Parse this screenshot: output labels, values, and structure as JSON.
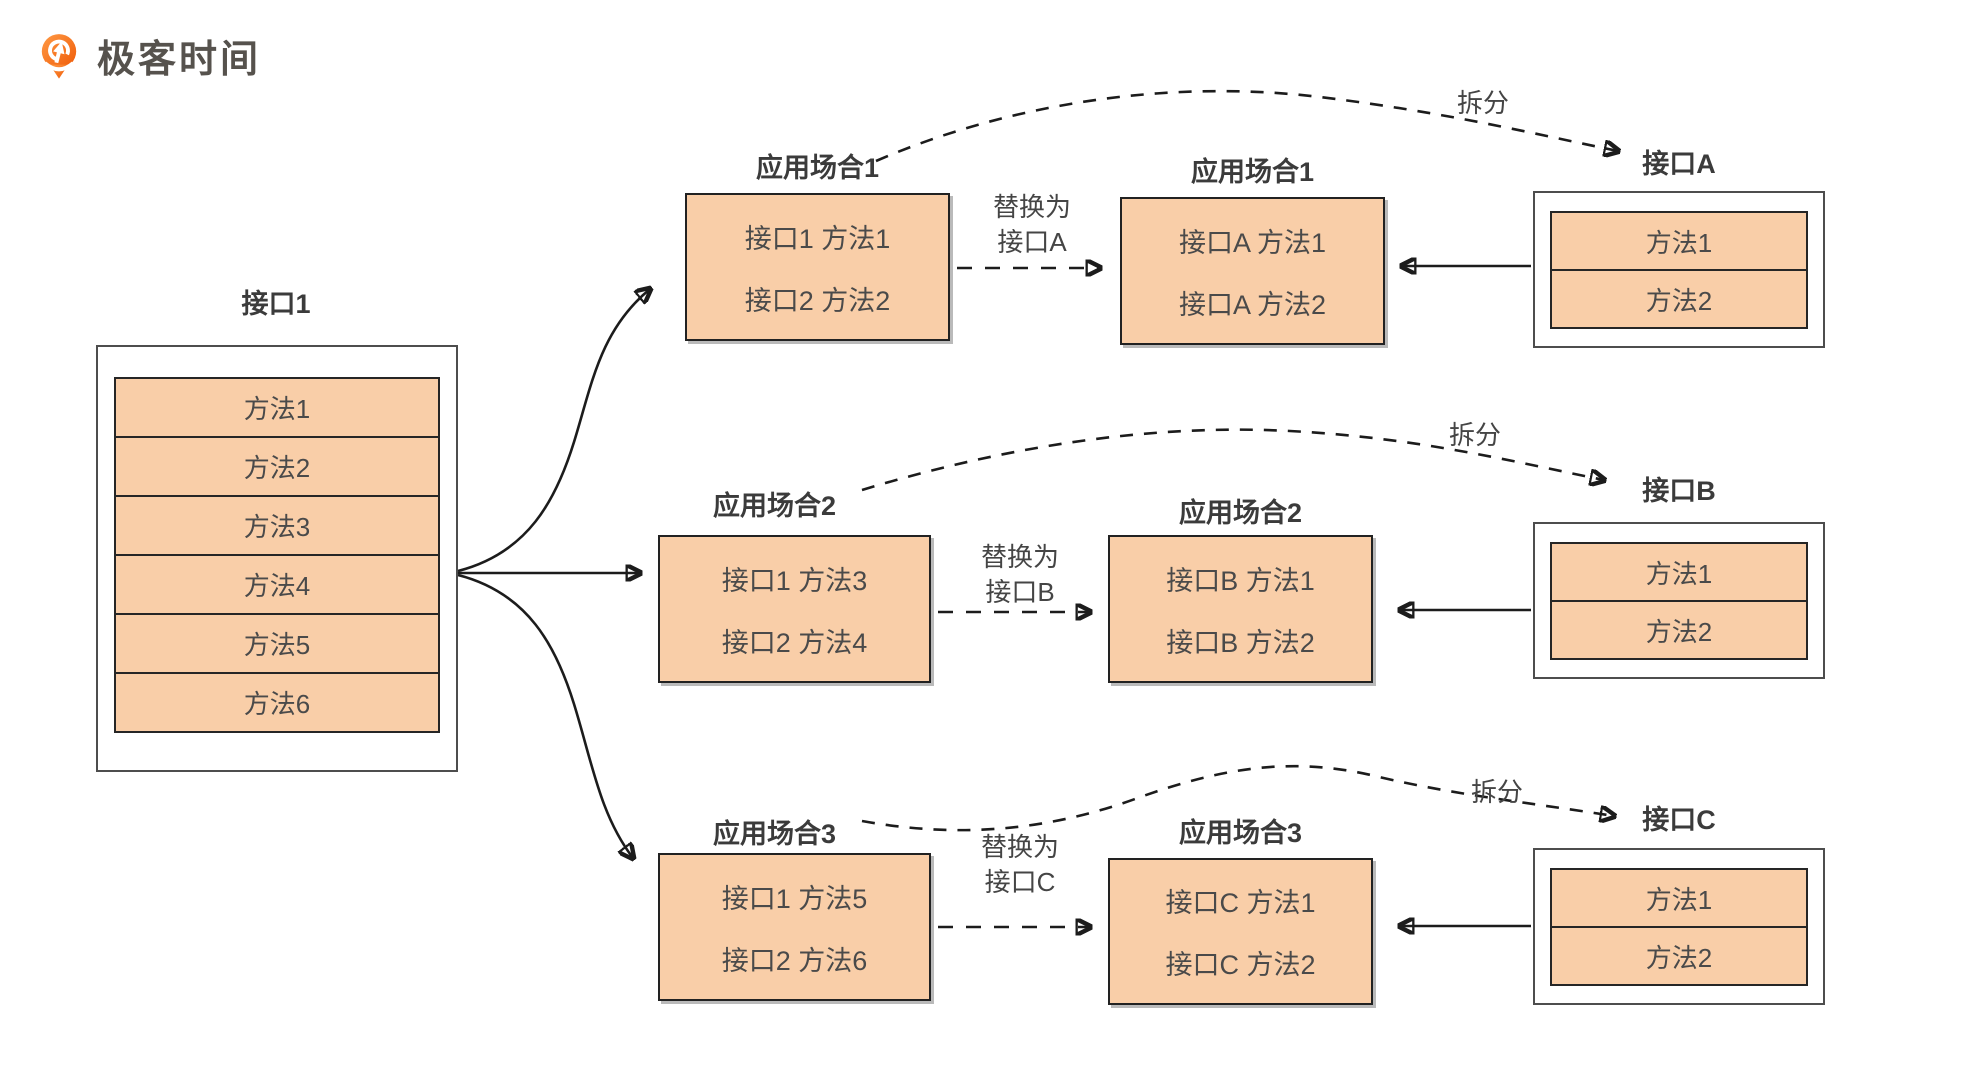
{
  "brand": {
    "name": "极客时间",
    "logo_icon": "geektime-logo",
    "orange": "#F4670F",
    "text_color": "#56524D"
  },
  "palette": {
    "box_fill": "#F9CEA8",
    "box_border": "#222222",
    "frame_border": "#4D4D4D",
    "text": "#4A4A4A"
  },
  "source_interface": {
    "title": "接口1",
    "methods": [
      "方法1",
      "方法2",
      "方法3",
      "方法4",
      "方法5",
      "方法6"
    ]
  },
  "rows": [
    {
      "scenario_label": "应用场合1",
      "usage_box_lines": [
        "接口1 方法1",
        "接口2 方法2"
      ],
      "replace_line1": "替换为",
      "replace_line2": "接口A",
      "result_scenario_label": "应用场合1",
      "result_box_lines": [
        "接口A 方法1",
        "接口A 方法2"
      ],
      "split_label": "拆分",
      "interface_title": "接口A",
      "interface_methods": [
        "方法1",
        "方法2"
      ]
    },
    {
      "scenario_label": "应用场合2",
      "usage_box_lines": [
        "接口1 方法3",
        "接口2 方法4"
      ],
      "replace_line1": "替换为",
      "replace_line2": "接口B",
      "result_scenario_label": "应用场合2",
      "result_box_lines": [
        "接口B 方法1",
        "接口B 方法2"
      ],
      "split_label": "拆分",
      "interface_title": "接口B",
      "interface_methods": [
        "方法1",
        "方法2"
      ]
    },
    {
      "scenario_label": "应用场合3",
      "usage_box_lines": [
        "接口1 方法5",
        "接口2 方法6"
      ],
      "replace_line1": "替换为",
      "replace_line2": "接口C",
      "result_scenario_label": "应用场合3",
      "result_box_lines": [
        "接口C 方法1",
        "接口C 方法2"
      ],
      "split_label": "拆分",
      "interface_title": "接口C",
      "interface_methods": [
        "方法1",
        "方法2"
      ]
    }
  ]
}
